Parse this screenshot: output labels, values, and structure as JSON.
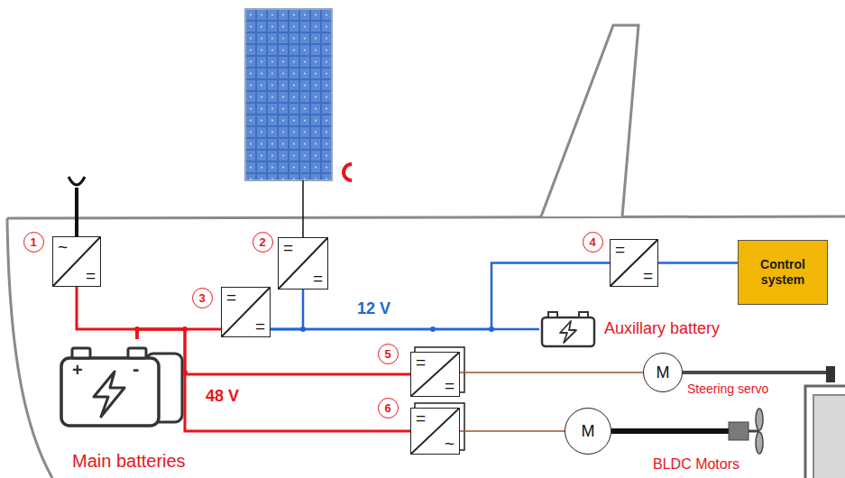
{
  "diagram": {
    "nodes": [
      {
        "text": [
          "~",
          "="
        ]
      },
      {
        "text": [
          "=",
          "="
        ]
      },
      {
        "text": [
          "=",
          "="
        ]
      },
      {
        "text": [
          "=",
          "="
        ]
      },
      {
        "text": [
          "Control system"
        ]
      },
      {
        "text": [
          "Main batteries"
        ]
      },
      {
        "text": [
          "Auxillary battery"
        ]
      },
      {
        "text": [
          "=",
          "="
        ]
      },
      {
        "text": [
          "=",
          "~"
        ]
      },
      {
        "text": [
          "M"
        ]
      },
      {
        "text": [
          "M"
        ]
      }
    ],
    "edges": [
      {
        "from": 0,
        "to": 5,
        "arrow": "none"
      },
      {
        "from": 5,
        "to": 2,
        "arrow": "none"
      },
      {
        "from": 5,
        "to": 7,
        "arrow": "none"
      },
      {
        "from": 5,
        "to": 8,
        "arrow": "none"
      },
      {
        "from": 1,
        "to": 2,
        "arrow": "none"
      },
      {
        "from": 2,
        "to": 6,
        "arrow": "none"
      },
      {
        "from": 2,
        "to": 3,
        "arrow": "none"
      },
      {
        "from": 3,
        "to": 4,
        "arrow": "none"
      },
      {
        "from": 7,
        "to": 9,
        "arrow": "none"
      },
      {
        "from": 8,
        "to": 10,
        "arrow": "none"
      }
    ],
    "labels": [
      "1",
      "2",
      "3",
      "4",
      "5",
      "6",
      "12 V",
      "48 V",
      "Steering servo",
      "BLDC Motors",
      "+",
      "-"
    ]
  }
}
